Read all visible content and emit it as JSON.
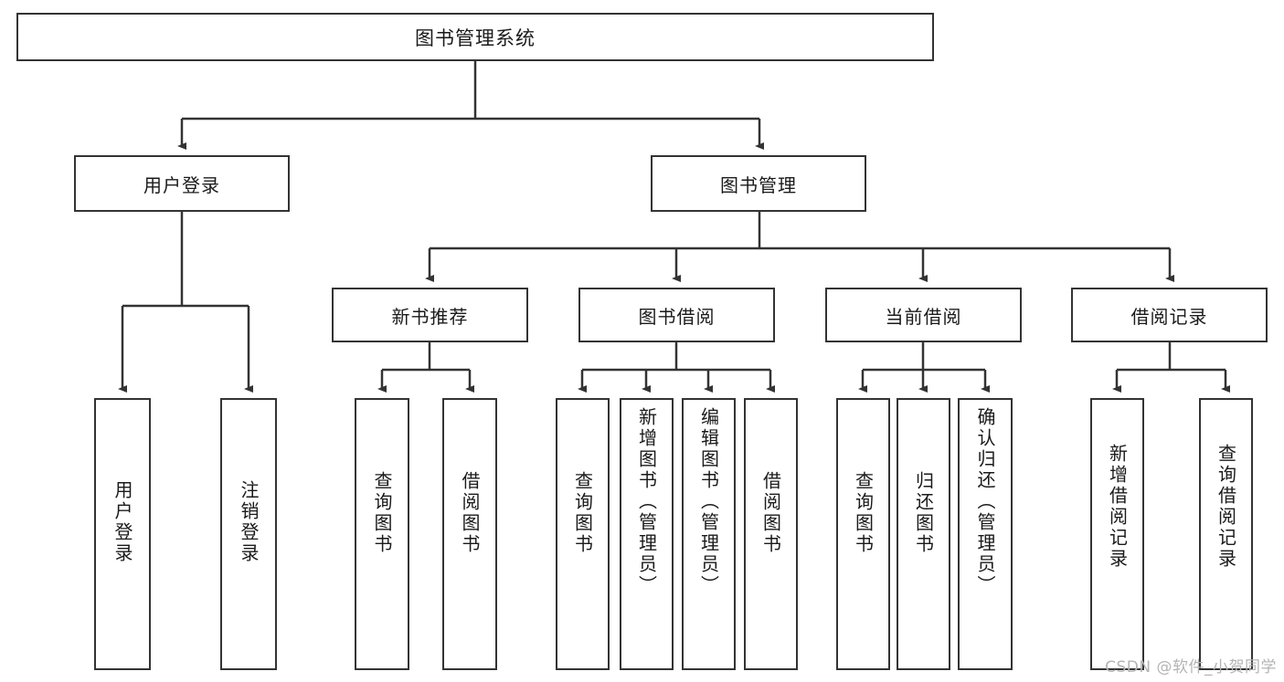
{
  "diagram": {
    "title": "图书管理系统",
    "type": "tree-hierarchy-chart",
    "watermark": "CSDN @软件_小贺同学",
    "colors": {
      "border": "#333333",
      "background": "#ffffff",
      "text": "#1a1a1a",
      "watermark": "#b4b4b4"
    }
  },
  "nodes": {
    "root": {
      "label": "图书管理系统"
    },
    "level2": [
      {
        "label": "用户登录"
      },
      {
        "label": "图书管理"
      }
    ],
    "level3": [
      {
        "label": "新书推荐"
      },
      {
        "label": "图书借阅"
      },
      {
        "label": "当前借阅"
      },
      {
        "label": "借阅记录"
      }
    ],
    "leaves": [
      {
        "label": "用户登录",
        "parent": "用户登录"
      },
      {
        "label": "注销登录",
        "parent": "用户登录"
      },
      {
        "label": "查询图书",
        "parent": "新书推荐"
      },
      {
        "label": "借阅图书",
        "parent": "新书推荐"
      },
      {
        "label": "查询图书",
        "parent": "图书借阅"
      },
      {
        "label": "新增图书（管理员）",
        "parent": "图书借阅"
      },
      {
        "label": "编辑图书（管理员）",
        "parent": "图书借阅"
      },
      {
        "label": "借阅图书",
        "parent": "图书借阅"
      },
      {
        "label": "查询图书",
        "parent": "当前借阅"
      },
      {
        "label": "归还图书",
        "parent": "当前借阅"
      },
      {
        "label": "确认归还（管理员）",
        "parent": "当前借阅"
      },
      {
        "label": "新增借阅记录",
        "parent": "借阅记录"
      },
      {
        "label": "查询借阅记录",
        "parent": "借阅记录"
      }
    ]
  }
}
